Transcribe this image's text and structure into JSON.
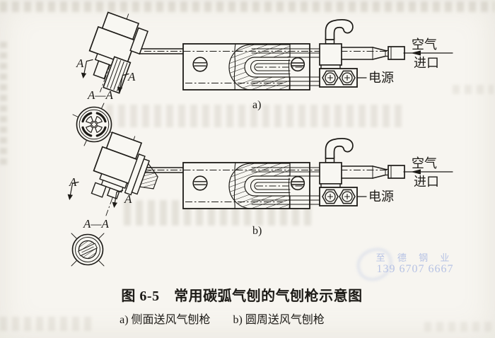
{
  "page": {
    "background": "#f7f5f0",
    "ink": "#1d1b17",
    "paper_fill": "#f8f7f2"
  },
  "figure": {
    "caption_title": "图 6-5　常用碳弧气刨的气刨枪示意图",
    "caption_sub": "a) 侧面送风气刨枪　　b) 圆周送风气刨枪"
  },
  "diagram_a": {
    "label": "a)",
    "air_inlet_line1": "空气",
    "air_inlet_line2": "进口",
    "power_label": "电源",
    "section_letter_1": "A",
    "section_letter_2": "A",
    "section_title": "A—A"
  },
  "diagram_b": {
    "label": "b)",
    "air_inlet_line1": "空气",
    "air_inlet_line2": "进口",
    "power_label": "电源",
    "section_letter_1": "A",
    "section_letter_2": "A",
    "section_title": "A—A"
  },
  "watermark": {
    "text": "至 德 钢 业",
    "phone": "139 6707 6667",
    "color": "#b6c2e4"
  }
}
